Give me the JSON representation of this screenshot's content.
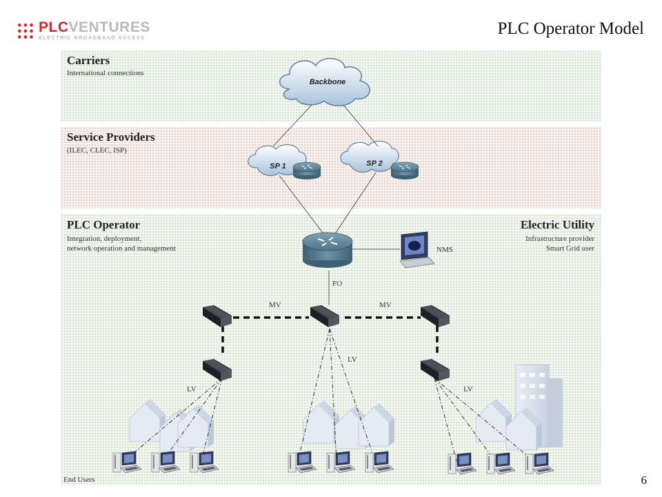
{
  "logo": {
    "name_accent": "PLC",
    "name_rest": "VENTURES",
    "tagline": "ELECTRIC BROADBAND ACCESS"
  },
  "title": "PLC Operator Model",
  "bands": {
    "carriers": {
      "heading": "Carriers",
      "subtext": "International connections"
    },
    "service_providers": {
      "heading": "Service Providers",
      "subtext": "(ILEC, CLEC, ISP)"
    },
    "plc_operator": {
      "heading": "PLC Operator",
      "subtext_line1": "Integration, deployment,",
      "subtext_line2": "network operation and management"
    },
    "electric_utility": {
      "heading": "Electric Utility",
      "subtext_line1": "Infrastructure provider",
      "subtext_line2": "Smart Grid user"
    }
  },
  "nodes": {
    "backbone": "Backbone",
    "sp1": "SP 1",
    "sp2": "SP 2",
    "nms": "NMS"
  },
  "links": {
    "fo": "FO",
    "mv_left": "MV",
    "mv_right": "MV",
    "lv_left": "LV",
    "lv_center": "LV",
    "lv_right": "LV"
  },
  "footer": {
    "end_users": "End Users",
    "slide_number": "6"
  }
}
